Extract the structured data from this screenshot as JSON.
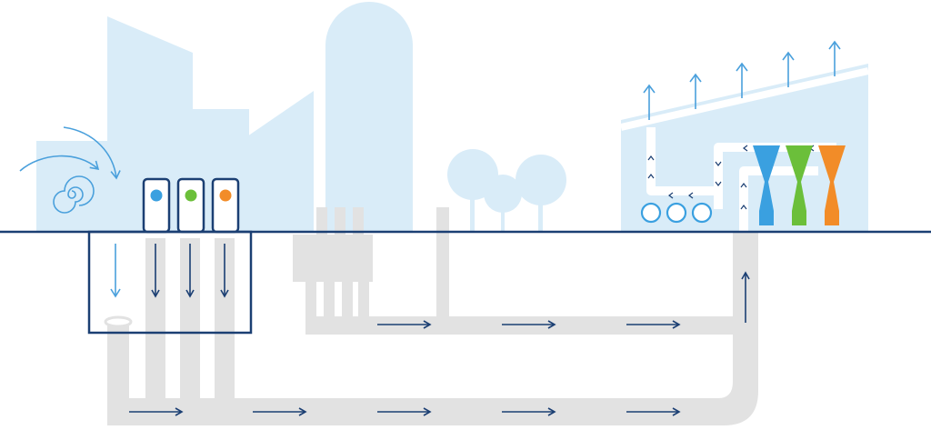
{
  "diagram": {
    "title": "",
    "colors": {
      "background": "#ffffff",
      "building_fill": "#d9ecf8",
      "ground_line": "#1b3f73",
      "pipe_gray": "#e2e2e2",
      "arrow_blue": "#1b3f73",
      "light_arrow_blue": "#4aa0dc",
      "bin_blue": "#3aa0e0",
      "bin_green": "#6bbf3a",
      "bin_orange": "#f28c28",
      "white_pipe": "#ffffff"
    },
    "icons": {
      "wind": "wind-swirl-icon",
      "flow_arrow": "arrow-right-icon",
      "down_arrow": "arrow-down-icon",
      "up_arrow": "arrow-up-icon",
      "steam_arrow": "steam-up-arrow-icon"
    },
    "bins": [
      {
        "name": "blue-bin",
        "color": "#3aa0e0"
      },
      {
        "name": "green-bin",
        "color": "#6bbf3a"
      },
      {
        "name": "orange-bin",
        "color": "#f28c28"
      }
    ],
    "separators": [
      {
        "name": "blue-separator",
        "color": "#3aa0e0"
      },
      {
        "name": "green-separator",
        "color": "#6bbf3a"
      },
      {
        "name": "orange-separator",
        "color": "#f28c28"
      }
    ],
    "steam_arrow_count": 5
  }
}
